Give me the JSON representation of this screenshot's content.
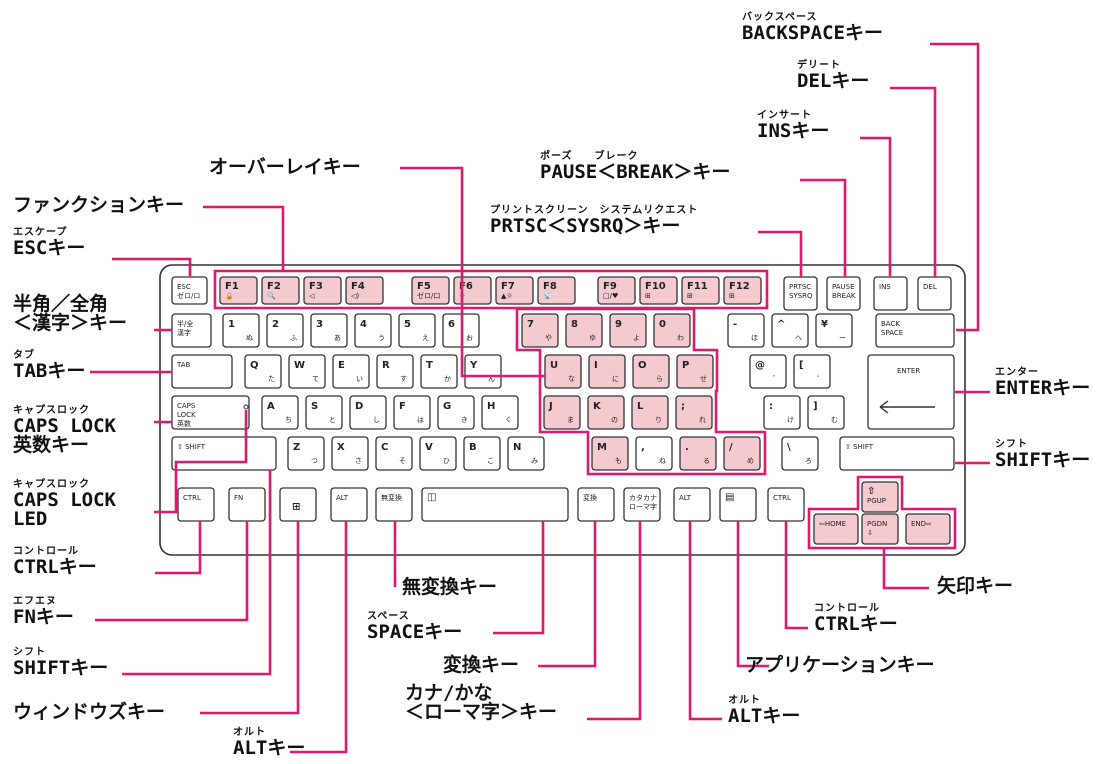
{
  "keys": {
    "esc": [
      "ESC",
      "ゼロ/ロ"
    ],
    "f1": [
      "F1",
      "🔒"
    ],
    "f2": [
      "F2",
      "🔍"
    ],
    "f3": [
      "F3",
      "◁"
    ],
    "f4": [
      "F4",
      "◁)"
    ],
    "f5": [
      "F5",
      "ゼロ/口"
    ],
    "f6": [
      "F6",
      "☀"
    ],
    "f7": [
      "F7",
      "▲☼"
    ],
    "f8": [
      "F8",
      "📡"
    ],
    "f9": [
      "F9",
      "□/♥"
    ],
    "f10": [
      "F10",
      "⊞"
    ],
    "f11": [
      "F11",
      "⊞"
    ],
    "f12": [
      "F12",
      "⊞"
    ],
    "prtsc": [
      "PRTSC",
      "SYSRQ"
    ],
    "pause": [
      "PAUSE",
      "BREAK"
    ],
    "ins": [
      "INS"
    ],
    "del": [
      "DEL"
    ],
    "hankaku": [
      "半/全",
      "漢字"
    ],
    "n1": [
      "1",
      "ぬ"
    ],
    "n2": [
      "2",
      "ふ"
    ],
    "n3": [
      "3",
      "あ"
    ],
    "n4": [
      "4",
      "う"
    ],
    "n5": [
      "5",
      "え"
    ],
    "n6": [
      "6",
      "お"
    ],
    "n7": [
      "7",
      "や"
    ],
    "n8": [
      "8",
      "ゆ"
    ],
    "n9": [
      "9",
      "よ"
    ],
    "n0": [
      "0",
      "わ"
    ],
    "minus": [
      "-",
      "ほ"
    ],
    "caret": [
      "^",
      "へ"
    ],
    "yen": [
      "¥",
      "ー"
    ],
    "backspace": [
      "BACK",
      "SPACE"
    ],
    "tab": [
      "TAB"
    ],
    "q": [
      "Q",
      "た"
    ],
    "w": [
      "W",
      "て"
    ],
    "e": [
      "E",
      "い"
    ],
    "r": [
      "R",
      "す"
    ],
    "t": [
      "T",
      "か"
    ],
    "y": [
      "Y",
      "ん"
    ],
    "u": [
      "U",
      "な"
    ],
    "i": [
      "I",
      "に"
    ],
    "o": [
      "O",
      "ら"
    ],
    "p": [
      "P",
      "せ"
    ],
    "at": [
      "@",
      "゛"
    ],
    "lbr": [
      "[",
      "゜"
    ],
    "enter": [
      "ENTER"
    ],
    "caps": [
      "CAPS",
      "LOCK",
      "英数"
    ],
    "a": [
      "A",
      "ち"
    ],
    "s": [
      "S",
      "と"
    ],
    "d": [
      "D",
      "し"
    ],
    "f": [
      "F",
      "は"
    ],
    "g": [
      "G",
      "き"
    ],
    "h": [
      "H",
      "く"
    ],
    "j": [
      "J",
      "ま"
    ],
    "k": [
      "K",
      "の"
    ],
    "l": [
      "L",
      "り"
    ],
    "semi": [
      ";",
      "れ"
    ],
    "colon": [
      ":",
      "け"
    ],
    "rbr": [
      "]",
      "む"
    ],
    "lshift": [
      "⇧ SHIFT"
    ],
    "z": [
      "Z",
      "つ"
    ],
    "x": [
      "X",
      "さ"
    ],
    "c": [
      "C",
      "そ"
    ],
    "v": [
      "V",
      "ひ"
    ],
    "b": [
      "B",
      "こ"
    ],
    "n": [
      "N",
      "み"
    ],
    "m": [
      "M",
      "も"
    ],
    "comma": [
      ",",
      "ね"
    ],
    "period": [
      ".",
      "る"
    ],
    "slash": [
      "/",
      "め"
    ],
    "bslash": [
      "\\",
      "ろ"
    ],
    "rshift": [
      "⇧ SHIFT"
    ],
    "lctrl": [
      "CTRL"
    ],
    "fn": [
      "FN"
    ],
    "win": [
      "⊞"
    ],
    "lalt": [
      "ALT"
    ],
    "muhenkan": [
      "無変換"
    ],
    "space": [
      "◫"
    ],
    "henkan": [
      "変換"
    ],
    "kana": [
      "カタカナ",
      "ローマ字"
    ],
    "ralt": [
      "ALT"
    ],
    "app": [
      "▤"
    ],
    "rctrl": [
      "CTRL"
    ],
    "pgup": [
      "⇧",
      "PGUP"
    ],
    "home": [
      "⇦HOME"
    ],
    "pgdn": [
      "PGDN",
      "⇩"
    ],
    "end": [
      "END⇨"
    ]
  },
  "labels": {
    "backspace": {
      "ruby": "バックスペース",
      "text": "BACKSPACEキー"
    },
    "del": {
      "ruby": "デリート",
      "text": "DELキー"
    },
    "ins": {
      "ruby": "インサート",
      "text": "INSキー"
    },
    "pause": {
      "ruby": "ポーズ　　ブレーク",
      "text": "PAUSE＜BREAK＞キー"
    },
    "prtsc": {
      "ruby": "プリントスクリーン　システムリクエスト",
      "text": "PRTSC＜SYSRQ＞キー"
    },
    "overlay": {
      "ruby": "",
      "text": "オーバーレイキー"
    },
    "function": {
      "ruby": "",
      "text": "ファンクションキー"
    },
    "esc": {
      "ruby": "エスケープ",
      "text": "ESCキー"
    },
    "hankaku": {
      "ruby": "",
      "text": [
        "半角／全角",
        "＜漢字＞キー"
      ]
    },
    "tab": {
      "ruby": "タブ",
      "text": "TABキー"
    },
    "caps": {
      "ruby": "キャプスロック",
      "text": [
        "CAPS LOCK",
        "英数キー"
      ]
    },
    "capsled": {
      "ruby": "キャプスロック",
      "text": [
        "CAPS LOCK",
        "LED"
      ]
    },
    "ctrl_left": {
      "ruby": "コントロール",
      "text": "CTRLキー"
    },
    "fn": {
      "ruby": "エフエヌ",
      "text": "FNキー"
    },
    "shift_left": {
      "ruby": "シフト",
      "text": "SHIFTキー"
    },
    "windows": {
      "ruby": "",
      "text": "ウィンドウズキー"
    },
    "alt_left": {
      "ruby": "オルト",
      "text": "ALTキー"
    },
    "enter": {
      "ruby": "エンター",
      "text": "ENTERキー"
    },
    "shift_right": {
      "ruby": "シフト",
      "text": "SHIFTキー"
    },
    "arrow": {
      "ruby": "",
      "text": "矢印キー"
    },
    "muhenkan": {
      "ruby": "",
      "text": "無変換キー"
    },
    "space": {
      "ruby": "スペース",
      "text": "SPACEキー"
    },
    "ctrl_right": {
      "ruby": "コントロール",
      "text": "CTRLキー"
    },
    "henkan": {
      "ruby": "",
      "text": "変換キー"
    },
    "app": {
      "ruby": "",
      "text": "アプリケーションキー"
    },
    "kana": {
      "ruby": "",
      "text": [
        "カナ/かな",
        "＜ローマ字＞キー"
      ]
    },
    "alt_right": {
      "ruby": "オルト",
      "text": "ALTキー"
    }
  }
}
